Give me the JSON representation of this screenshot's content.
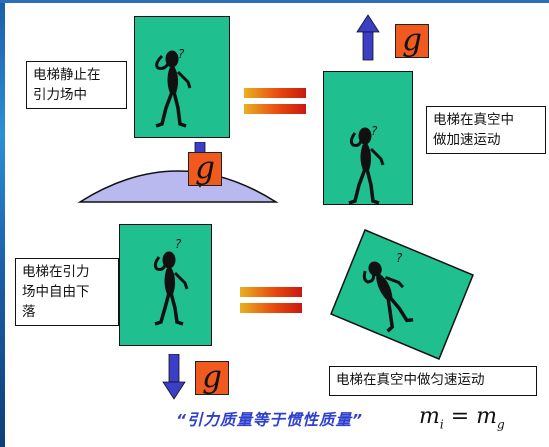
{
  "labels": {
    "static_field": "电梯静止在\n引力场中",
    "accelerating_vacuum": "电梯在真空中\n做加速运动",
    "free_fall": "电梯在引力\n场中自由下\n落",
    "uniform_vacuum": "电梯在真空中做匀速运动"
  },
  "g_symbol": "g",
  "question_mark": "?",
  "caption": "“引力质量等于惯性质量”",
  "formula": {
    "lhs": "m",
    "lhs_sub": "i",
    "op": " = ",
    "rhs": "m",
    "rhs_sub": "g"
  },
  "colors": {
    "elevator": "#1fbf8f",
    "arrow": "#3b3fc8",
    "g_box": "#f05a1e",
    "planet": "#b9b9f0",
    "caption": "#2f3fcf"
  }
}
